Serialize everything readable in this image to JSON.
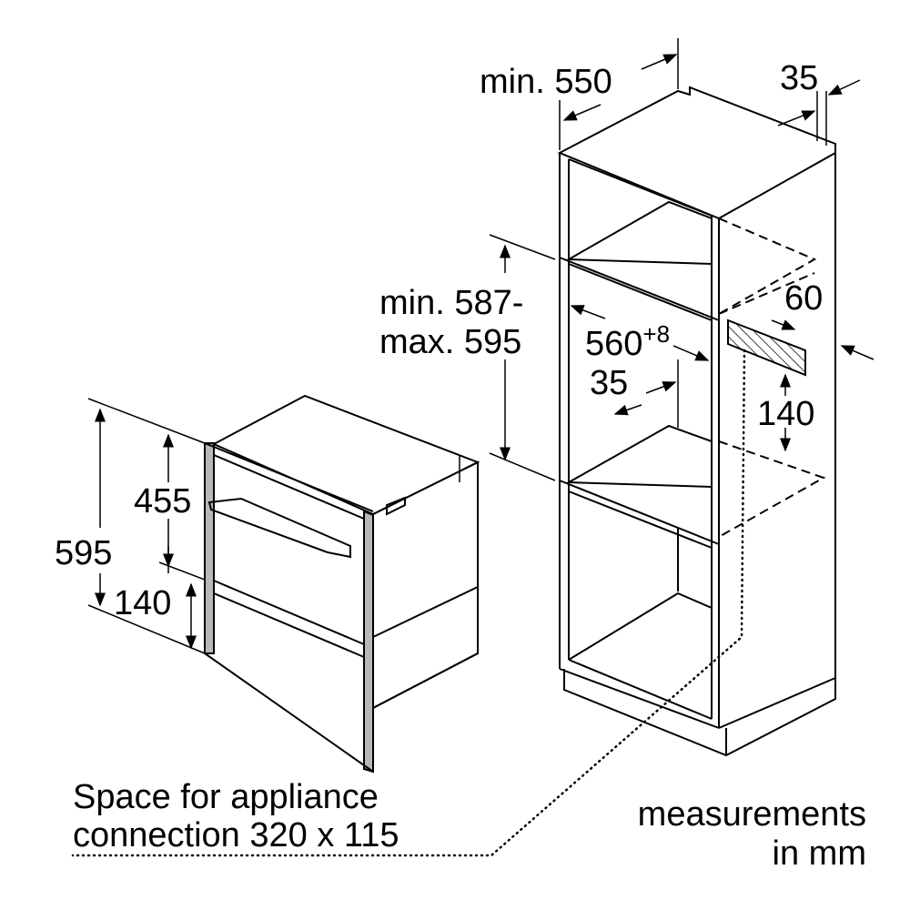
{
  "labels": {
    "min_550": "min. 550",
    "d35_top": "35",
    "min_587": "min. 587-",
    "max_595": "max. 595",
    "d560": "560",
    "d560_tol": "+8",
    "d35_mid": "35",
    "d60": "60",
    "d140_right": "140",
    "d455": "455",
    "d595": "595",
    "d140_left": "140",
    "connection_line1": "Space for appliance",
    "connection_line2": "connection 320 x 115",
    "units_line1": "measurements",
    "units_line2": "in mm"
  },
  "colors": {
    "line": "#000000",
    "frame": "#b8b8b8",
    "background": "#ffffff"
  }
}
